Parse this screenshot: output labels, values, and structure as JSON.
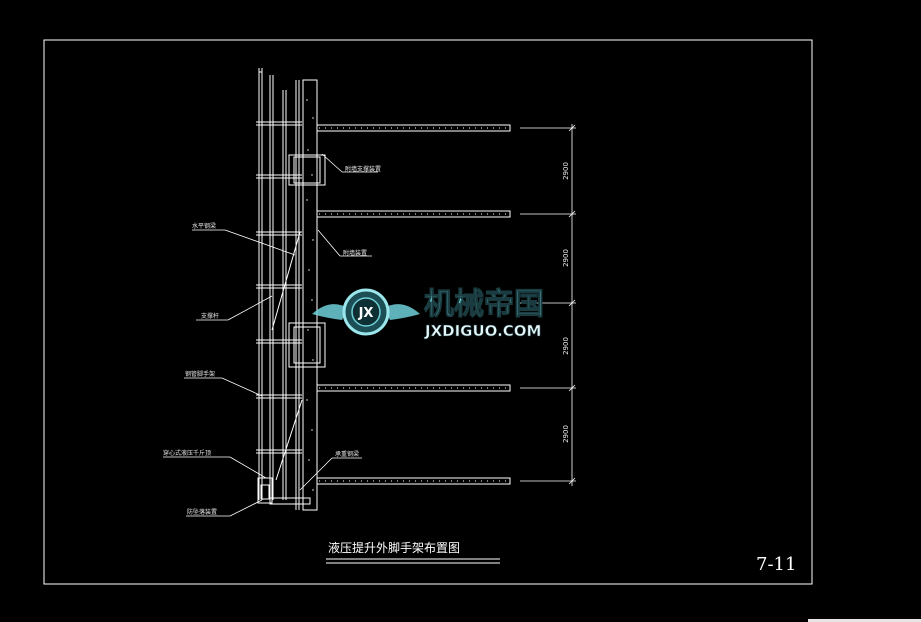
{
  "drawing": {
    "title": "液压提升外脚手架布置图",
    "sheet_number": "7-11",
    "dimensions": [
      "2900",
      "2900",
      "2900",
      "2900"
    ],
    "labels": {
      "top_right": "附墙支撑装置",
      "mid_right": "附墙装置",
      "left_1": "水平钢梁",
      "left_2": "支撑杆",
      "left_3": "钢管脚手架",
      "left_4": "穿心式液压千斤顶",
      "left_5": "防坠落装置",
      "bottom_right": "承重钢梁"
    }
  },
  "watermark": {
    "brand_cn": "机械帝国",
    "brand_en": "JXDIGUO.COM",
    "emblem": "JX"
  },
  "colors": {
    "background": "#000000",
    "lines": "#ffffff",
    "text": "#e6e6e6",
    "watermark": "#6fd0d8"
  }
}
